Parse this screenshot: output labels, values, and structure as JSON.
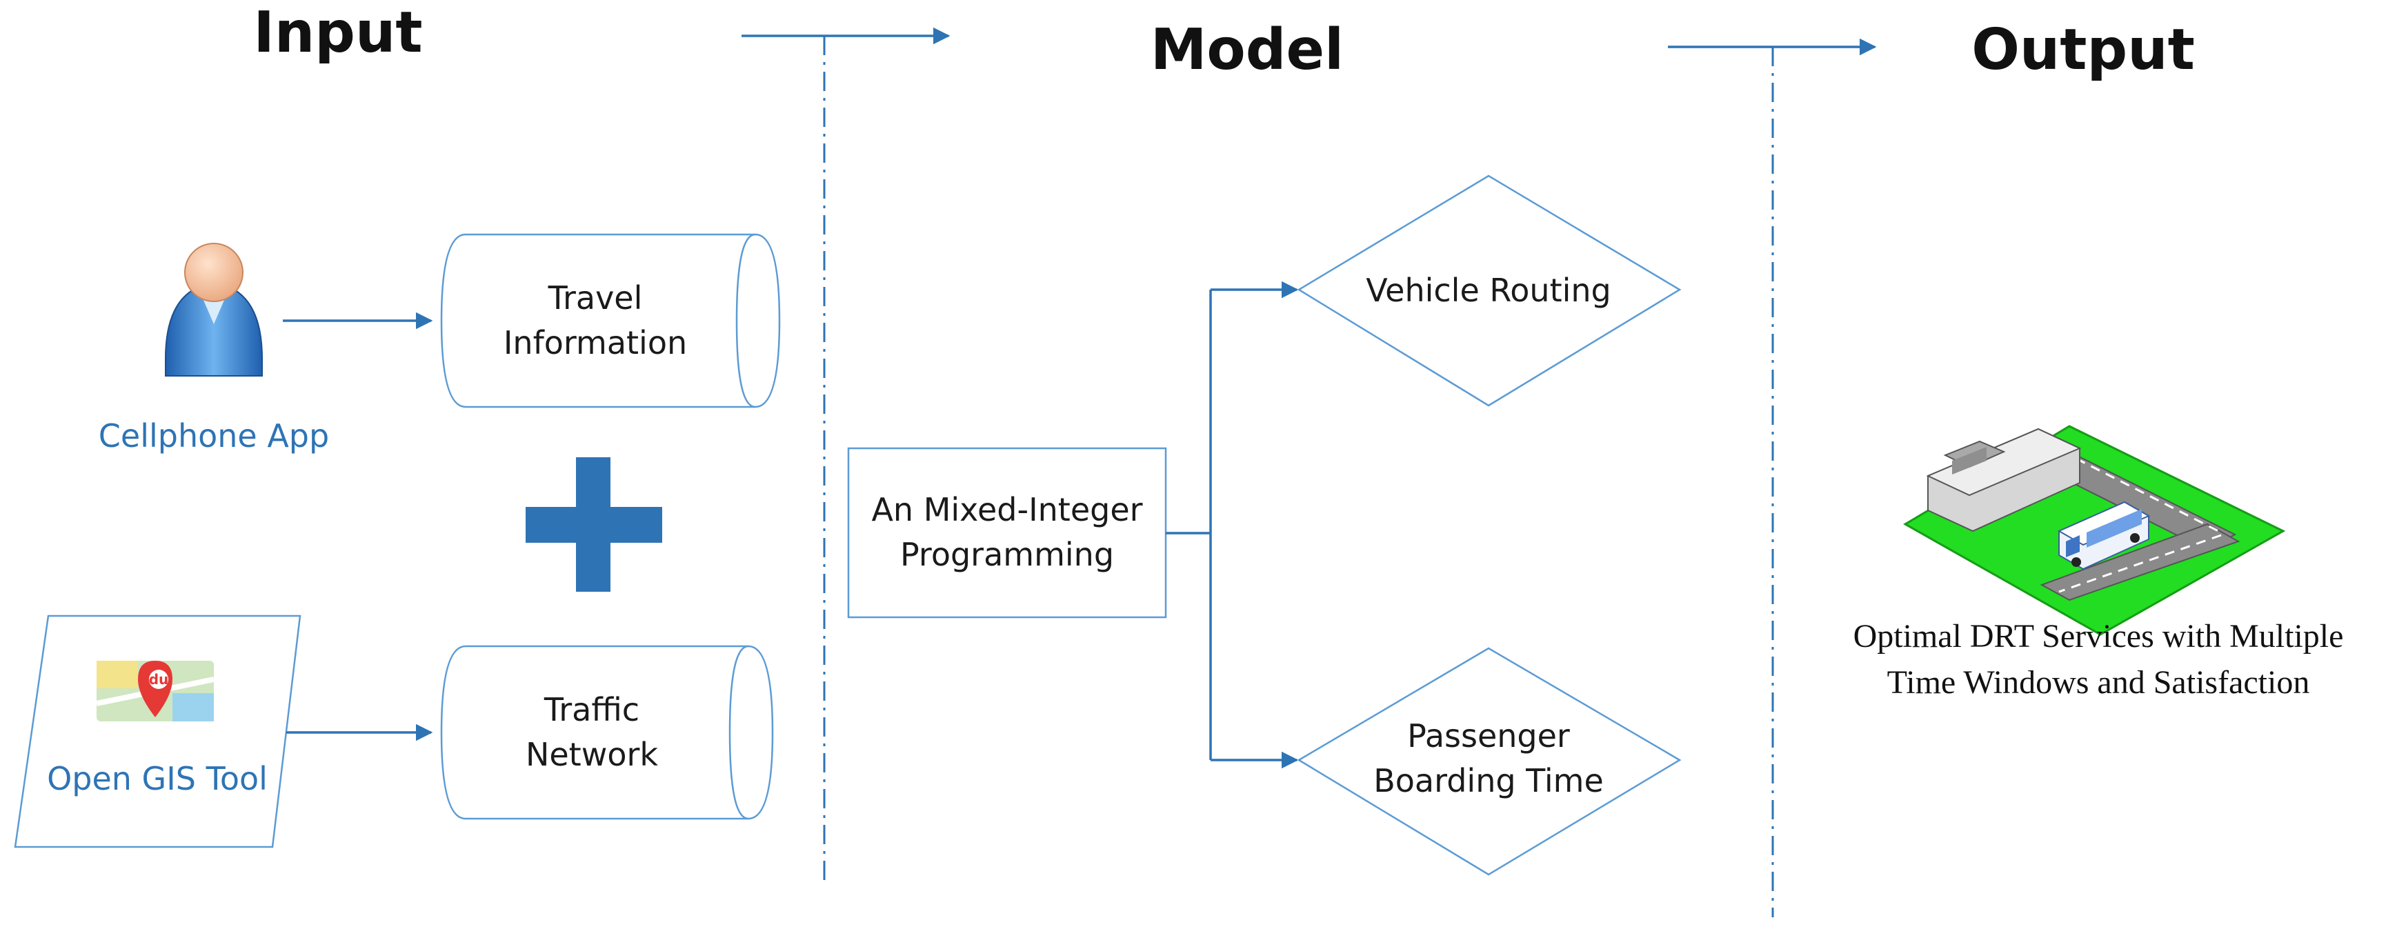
{
  "headers": {
    "input": "Input",
    "model": "Model",
    "output": "Output"
  },
  "input": {
    "cellphone_label": "Cellphone App",
    "gis_label": "Open GIS Tool",
    "gis_icon_text": "du",
    "travel_info_line1": "Travel",
    "travel_info_line2": "Information",
    "traffic_network_line1": "Traffic",
    "traffic_network_line2": "Network"
  },
  "model": {
    "mip_line1": "An Mixed-Integer",
    "mip_line2": "Programming",
    "vehicle_routing": "Vehicle Routing",
    "boarding_line1": "Passenger",
    "boarding_line2": "Boarding Time"
  },
  "output": {
    "caption_line1": "Optimal DRT Services with  Multiple",
    "caption_line2": "Time Windows and Satisfaction"
  },
  "colors": {
    "accent": "#2e74b5",
    "shape_stroke": "#5b9bd5",
    "plus_sign": "#2e74b5",
    "grass": "#22dd22"
  },
  "icons": {
    "person": "person-icon",
    "map": "map-pin-icon",
    "plus": "plus-icon",
    "bus_depot": "bus-depot-icon"
  }
}
